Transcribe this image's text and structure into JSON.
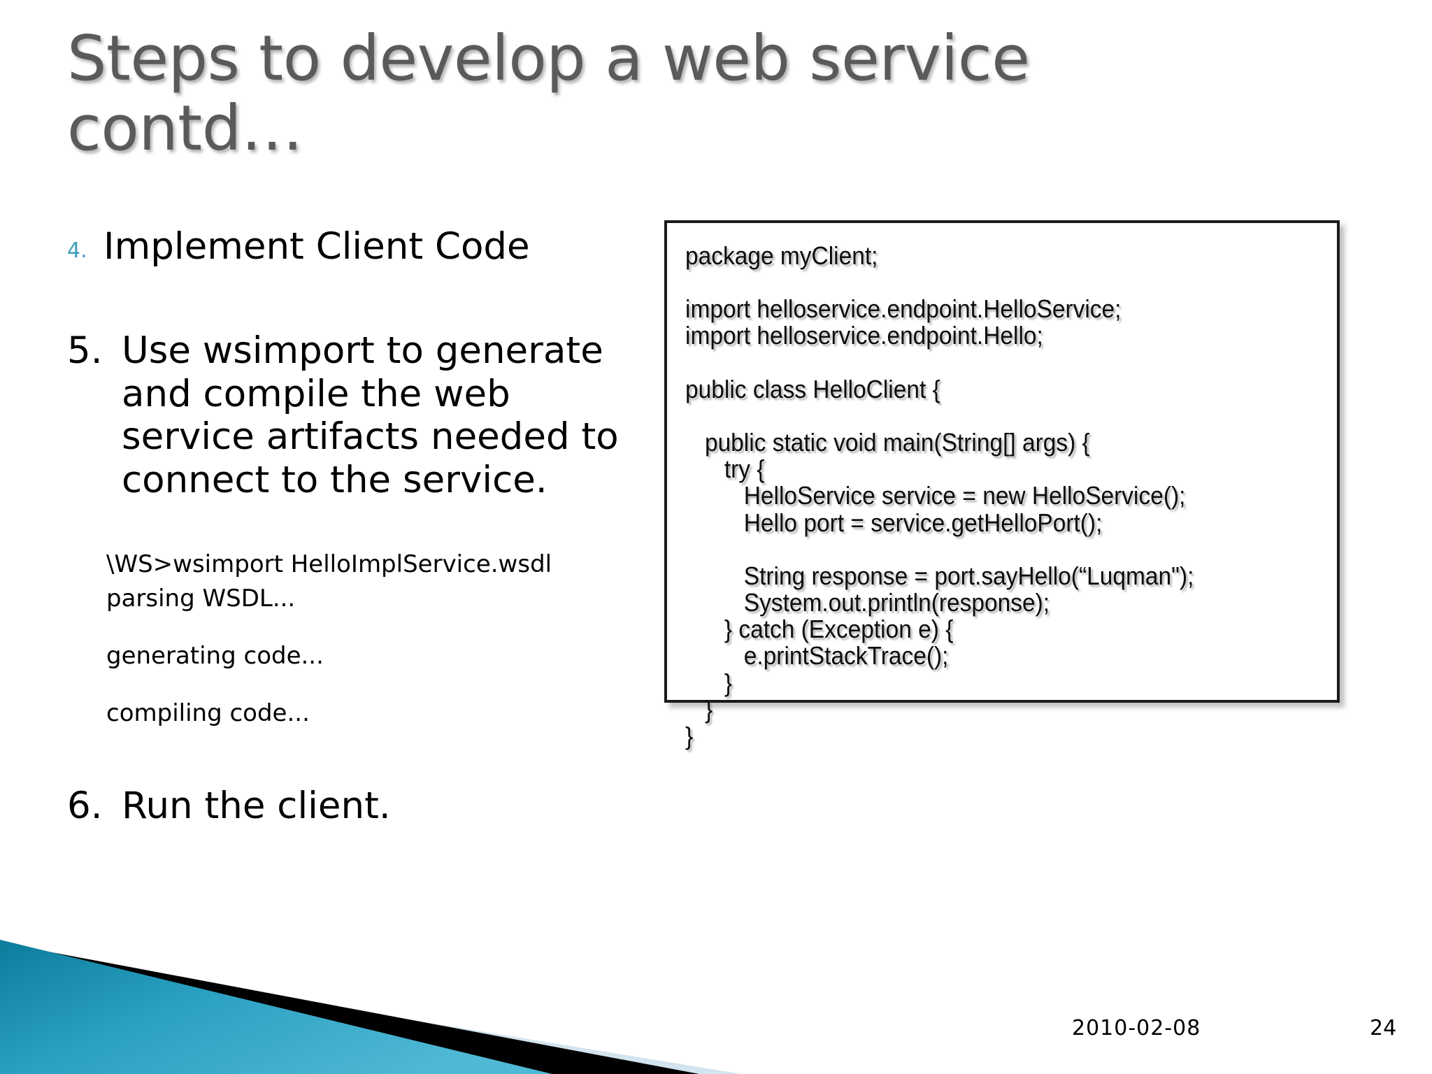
{
  "slide": {
    "title": "Steps to develop a web service\ncontd…",
    "title_color": "#5a5a5a",
    "accent_color": "#3d9fb8",
    "background_color": "#ffffff"
  },
  "steps": [
    {
      "number": "4.",
      "text": "Implement Client Code",
      "number_style": "small-teal"
    },
    {
      "number": "5.",
      "text": "Use wsimport to generate and compile the web service artifacts needed to connect to the service.",
      "number_style": "plain"
    },
    {
      "number": "6.",
      "text": "Run the client.",
      "number_style": "plain"
    }
  ],
  "console_output": {
    "line1": "\\WS>wsimport HelloImplService.wsdl",
    "line2": "parsing WSDL...",
    "line3": "generating code...",
    "line4": "compiling code..."
  },
  "code_box": {
    "language": "java",
    "content": "package myClient;\n\nimport helloservice.endpoint.HelloService;\nimport helloservice.endpoint.Hello;\n\npublic class HelloClient {\n\n   public static void main(String[] args) {\n      try {\n         HelloService service = new HelloService();\n         Hello port = service.getHelloPort();\n\n         String response = port.sayHello(“Luqman\");\n         System.out.println(response);\n      } catch (Exception e) {\n         e.printStackTrace();\n      }\n   }\n}"
  },
  "footer": {
    "date": "2010-02-08",
    "page_number": "24"
  },
  "decoration": {
    "teal_light": "#3fa9c8",
    "teal_dark": "#0f7f9e",
    "black_band": "#000000",
    "pale_blue": "#d3e4ee"
  }
}
